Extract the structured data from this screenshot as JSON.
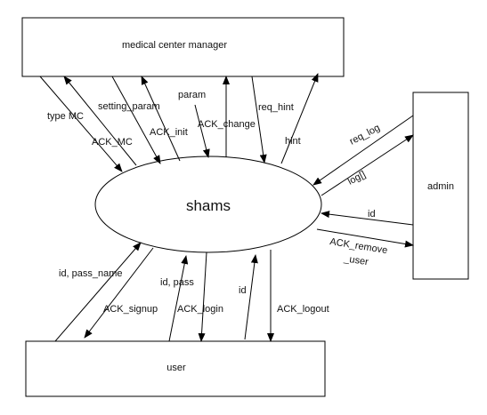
{
  "entities": {
    "manager": "medical center manager",
    "admin": "admin",
    "user": "user",
    "process": "shams"
  },
  "flows": {
    "type_mc": "type MC",
    "ack_mc": "ACK_MC",
    "setting_param": "setting_param",
    "ack_init": "ACK_init",
    "param": "param",
    "ack_change": "ACK_change",
    "req_hint": "req_hint",
    "hint": "hint",
    "req_log": "req_log",
    "log": "log[]",
    "id_admin": "id",
    "ack_remove": "ACK_remove",
    "ack_remove_user": "_user",
    "id_pass_name": "id, pass_name",
    "ack_signup": "ACK_signup",
    "id_pass": "id, pass",
    "ack_login": "ACK_login",
    "id_user": "id",
    "ack_logout": "ACK_logout"
  }
}
